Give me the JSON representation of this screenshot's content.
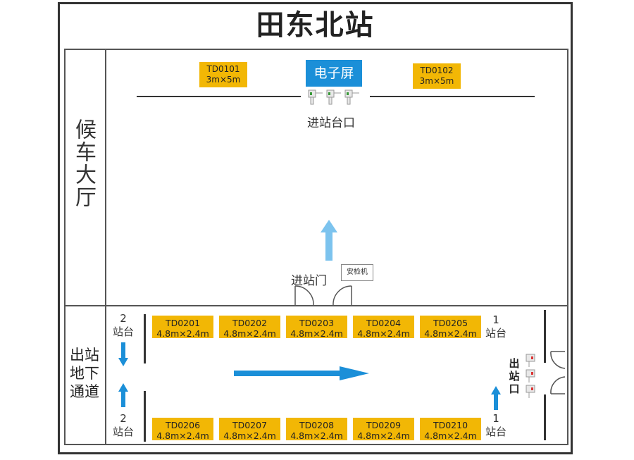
{
  "title": "田东北站",
  "hall": {
    "label": "候车大厅"
  },
  "tunnel": {
    "label": "出站地下通道"
  },
  "screen": {
    "label": "电子屏"
  },
  "entrance_platform": {
    "label": "进站台口"
  },
  "entrance_gate": {
    "label": "进站门"
  },
  "security": {
    "label": "安检机"
  },
  "exit": {
    "label": "出站口"
  },
  "platform_1": {
    "number": "1",
    "label": "站台"
  },
  "platform_2": {
    "number": "2",
    "label": "站台"
  },
  "top_booths": [
    {
      "code": "TD0101",
      "size": "3m×5m"
    },
    {
      "code": "TD0102",
      "size": "3m×5m"
    }
  ],
  "upper_row": [
    {
      "code": "TD0201",
      "size": "4.8m×2.4m"
    },
    {
      "code": "TD0202",
      "size": "4.8m×2.4m"
    },
    {
      "code": "TD0203",
      "size": "4.8m×2.4m"
    },
    {
      "code": "TD0204",
      "size": "4.8m×2.4m"
    },
    {
      "code": "TD0205",
      "size": "4.8m×2.4m"
    }
  ],
  "lower_row": [
    {
      "code": "TD0206",
      "size": "4.8m×2.4m"
    },
    {
      "code": "TD0207",
      "size": "4.8m×2.4m"
    },
    {
      "code": "TD0208",
      "size": "4.8m×2.4m"
    },
    {
      "code": "TD0209",
      "size": "4.8m×2.4m"
    },
    {
      "code": "TD0210",
      "size": "4.8m×2.4m"
    }
  ],
  "colors": {
    "booth": "#f2b705",
    "screen": "#1b8fd8",
    "arrow": "#1b8fd8",
    "hall_arrow": "#7cc3ee"
  }
}
